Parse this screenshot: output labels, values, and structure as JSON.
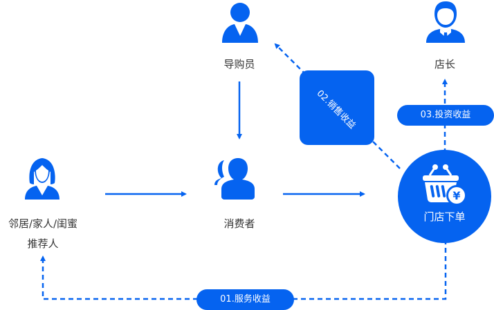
{
  "colors": {
    "primary": "#0563f0",
    "text": "#333333",
    "background": "#ffffff"
  },
  "nodes": {
    "shopping_guide": {
      "label": "导购员",
      "icon": "salesman-icon"
    },
    "store_manager": {
      "label": "店长",
      "icon": "manager-icon"
    },
    "referrer": {
      "label_line1": "邻居/家人/闺蜜",
      "label_line2": "推荐人",
      "icon": "woman-icon"
    },
    "consumer": {
      "label": "消费者",
      "icon": "users-icon"
    },
    "store_order": {
      "label": "门店下单",
      "icon": "shopping-basket-yuan-icon"
    }
  },
  "benefits": {
    "service": "01.服务收益",
    "sales": "02.销售收益",
    "investment": "03.投资收益"
  }
}
